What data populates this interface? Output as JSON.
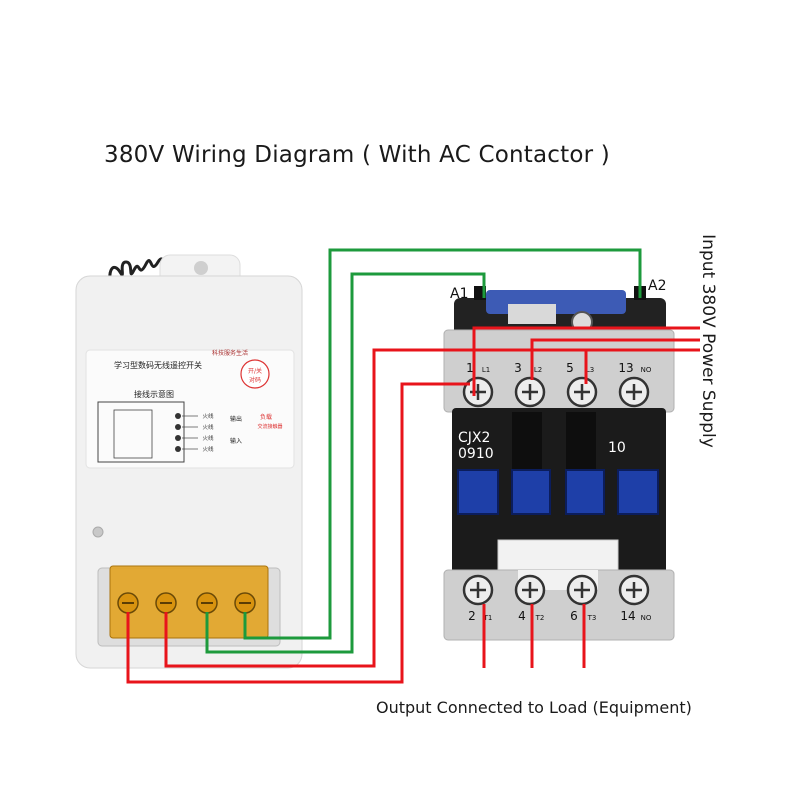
{
  "title": "380V Wiring Diagram ( With AC Contactor )",
  "input_label": "Input 380V Power Supply",
  "output_label": "Output Connected to Load (Equipment)",
  "receiver": {
    "heading": "学习型数码无线遥控开关",
    "subheading": "接线示意图",
    "slogan": "科技服务生活",
    "badge_line1": "开/关",
    "badge_line2": "对码",
    "terminal_labels": [
      "火线",
      "火线",
      "火线",
      "火线"
    ],
    "output_label": "输出",
    "input_label": "输入",
    "load_label": "负载",
    "load_sublabel": "交流接触器"
  },
  "contactor": {
    "coil_left": "A1",
    "coil_right": "A2",
    "model_line1": "CJX2",
    "model_line2": "0910",
    "rating": "10",
    "top_terminals": [
      {
        "num": "1",
        "sub": "L1"
      },
      {
        "num": "3",
        "sub": "L2"
      },
      {
        "num": "5",
        "sub": "L3"
      },
      {
        "num": "13",
        "sub": "NO"
      }
    ],
    "bottom_terminals": [
      {
        "num": "2",
        "sub": "T1"
      },
      {
        "num": "4",
        "sub": "T2"
      },
      {
        "num": "6",
        "sub": "T3"
      },
      {
        "num": "14",
        "sub": "NO"
      }
    ]
  },
  "colors": {
    "wire_red": "#e8141b",
    "wire_green": "#1d9a3c",
    "contact_blue": "#1e3fa8",
    "terminal_orange": "#e09a10"
  }
}
